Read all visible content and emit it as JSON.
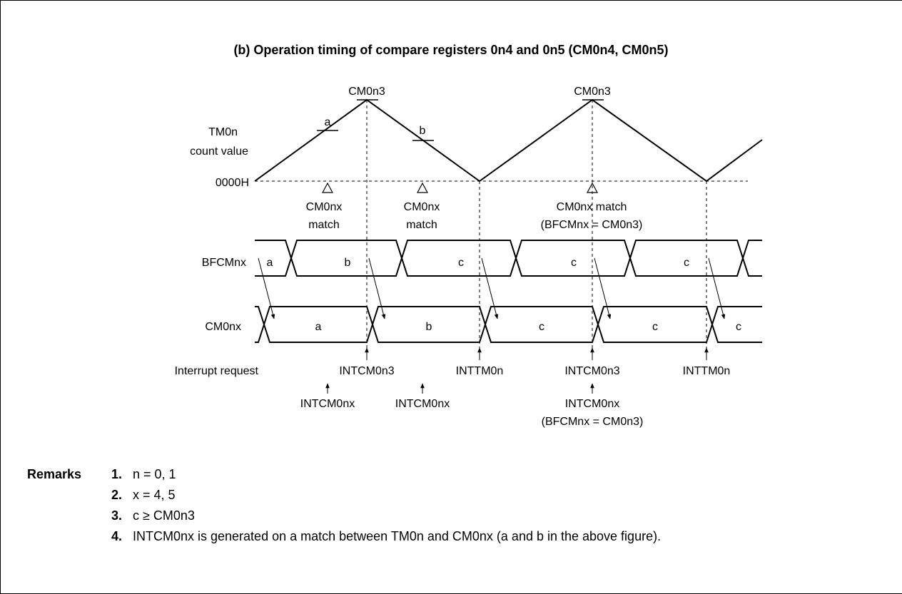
{
  "title": "(b)  Operation timing of compare registers 0n4 and 0n5 (CM0n4, CM0n5)",
  "diagram": {
    "labels": {
      "tm0n_line1": "TM0n",
      "tm0n_line2": "count value",
      "zero": "0000H",
      "bfcmnx": "BFCMnx",
      "cm0nx": "CM0nx",
      "interrupt": "Interrupt request",
      "peak1": "CM0n3",
      "peak2": "CM0n3",
      "mark_a": "a",
      "mark_b": "b"
    },
    "match_labels": [
      {
        "line1": "CM0nx",
        "line2": "match"
      },
      {
        "line1": "CM0nx",
        "line2": "match"
      },
      {
        "line1": "CM0nx match",
        "line2": "(BFCMnx = CM0n3)"
      }
    ],
    "bfcmnx_values": [
      "a",
      "b",
      "c",
      "c",
      "c"
    ],
    "cm0nx_values": [
      "a",
      "b",
      "c",
      "c",
      "c"
    ],
    "interrupts_top": [
      "INTCM0n3",
      "INTTM0n",
      "INTCM0n3",
      "INTTM0n"
    ],
    "interrupts_bottom": [
      {
        "line1": "INTCM0nx",
        "line2": ""
      },
      {
        "line1": "INTCM0nx",
        "line2": ""
      },
      {
        "line1": "INTCM0nx",
        "line2": "(BFCMnx = CM0n3)"
      }
    ]
  },
  "remarks": {
    "heading": "Remarks",
    "items": [
      {
        "num": "1.",
        "text": "n = 0, 1"
      },
      {
        "num": "2.",
        "text": "x = 4, 5"
      },
      {
        "num": "3.",
        "text": "c ≥ CM0n3"
      },
      {
        "num": "4.",
        "text": "INTCM0nx is generated on a match between TM0n and CM0nx (a and b in the above figure)."
      }
    ]
  }
}
